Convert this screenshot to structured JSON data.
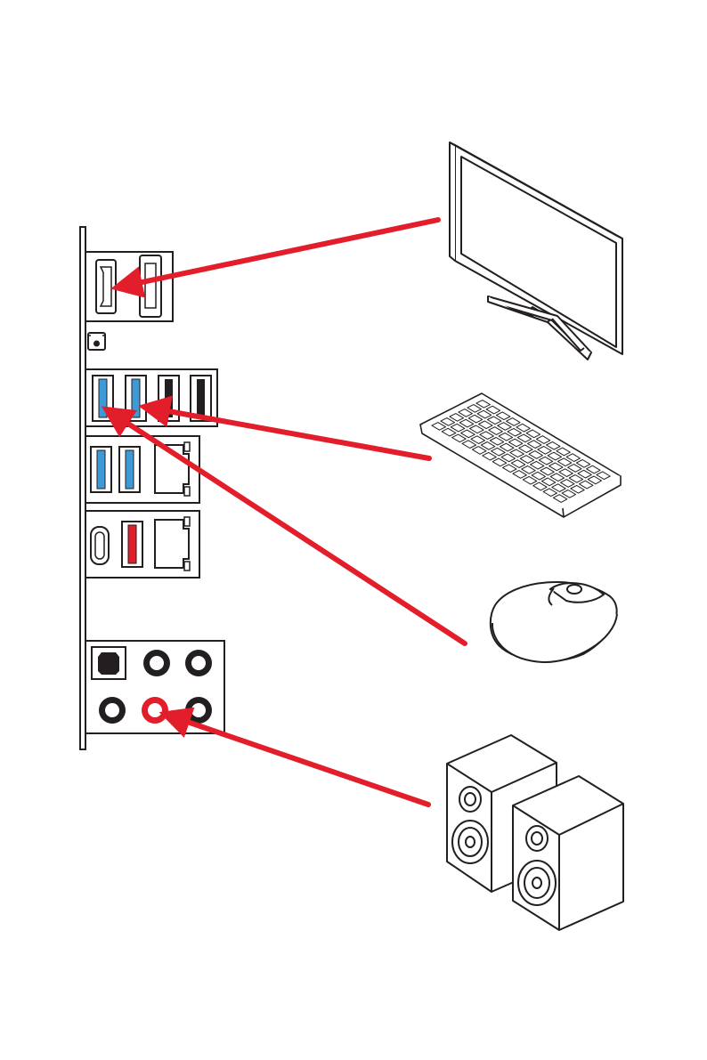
{
  "colors": {
    "arrow": "#e31e2b",
    "outline": "#231f20",
    "usb_blue": "#3d9ad6",
    "usb_red": "#e31e2b",
    "usb_black": "#231f20",
    "background": "#ffffff"
  },
  "io_panel": {
    "ports": [
      "hdmi-port",
      "displayport-port",
      "clear-cmos-button",
      "usb-blue-1",
      "usb-blue-2",
      "usb-black-1",
      "usb-black-2",
      "usb-blue-3",
      "usb-blue-4",
      "lan-port-1",
      "usb-c-port",
      "usb-red-port",
      "lan-port-2",
      "optical-spdif-port",
      "audio-jack-1",
      "audio-jack-2",
      "audio-jack-3",
      "audio-jack-line-out",
      "audio-jack-4"
    ]
  },
  "devices": [
    "monitor-icon",
    "keyboard-icon",
    "mouse-icon",
    "speakers-icon"
  ],
  "connections": [
    {
      "from": "monitor",
      "to": "hdmi-port"
    },
    {
      "from": "keyboard",
      "to": "usb-blue-2"
    },
    {
      "from": "mouse",
      "to": "usb-blue-1"
    },
    {
      "from": "speakers",
      "to": "audio-jack-line-out"
    }
  ]
}
